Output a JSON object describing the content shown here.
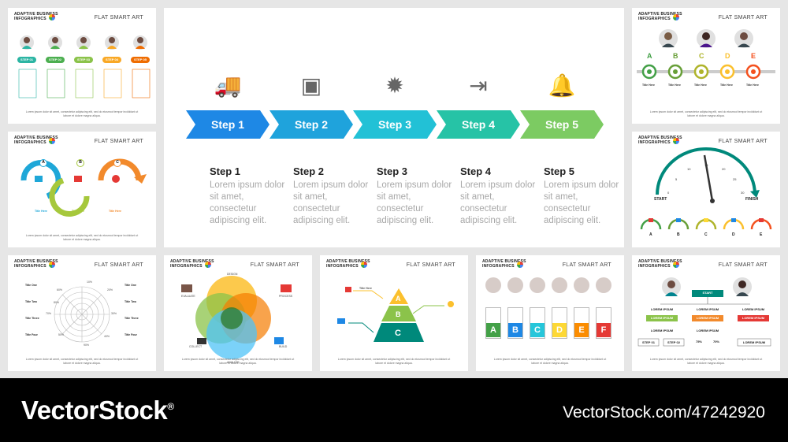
{
  "header": {
    "line1": "ADAPTIVE BUSINESS",
    "line2": "INFOGRAPHICS",
    "flat_smart_art": "FLAT SMART ART"
  },
  "footer_text": "Lorem ipsum dolor sit amet, consectetur adipiscing elit, sed do eiusmod tempor incididunt ut labore et dolore magna aliqua.",
  "main_slide": {
    "steps": [
      {
        "label": "Step 1",
        "icon": "truck-icon",
        "color": "#1e88e5",
        "text": "Lorem ipsum dolor sit amet, consectetur adipiscing elit."
      },
      {
        "label": "Step 2",
        "icon": "safe-icon",
        "color": "#1fa3dc",
        "text": "Lorem ipsum dolor sit amet, consectetur adipiscing elit."
      },
      {
        "label": "Step 3",
        "icon": "badge-icon",
        "color": "#22c1d6",
        "text": "Lorem ipsum dolor sit amet, consectetur adipiscing elit."
      },
      {
        "label": "Step 4",
        "icon": "exit-door-icon",
        "color": "#26c3a6",
        "text": "Lorem ipsum dolor sit amet, consectetur adipiscing elit."
      },
      {
        "label": "Step 5",
        "icon": "bell-icon",
        "color": "#7ccb62",
        "text": "Lorem ipsum dolor sit amet, consectetur adipiscing elit."
      }
    ]
  },
  "thumb_steps": {
    "labels": [
      "STEP 01",
      "STEP 02",
      "STEP 03",
      "STEP 04",
      "STEP 05"
    ],
    "colors": [
      "#2bb5a3",
      "#4caf50",
      "#8bc34a",
      "#f9a825",
      "#ef6c00"
    ]
  },
  "thumb_abc": {
    "letters": [
      "A",
      "B",
      "C",
      "D",
      "E"
    ],
    "colors": [
      "#43a047",
      "#689f38",
      "#afb42b",
      "#fbc02d",
      "#f4511e"
    ],
    "title": "Title Here"
  },
  "thumb_loops": {
    "letters": [
      "A",
      "B",
      "C"
    ],
    "titles": [
      "Title Here",
      "Title Here",
      "Title Here"
    ],
    "colors": [
      "#1ea7d8",
      "#a6c83c",
      "#f28a2c"
    ]
  },
  "thumb_gauge": {
    "start": "START",
    "finish": "FINISH",
    "ticks": [
      "0",
      "5",
      "10",
      "15",
      "20",
      "25",
      "30"
    ],
    "letters": [
      "A",
      "B",
      "C",
      "D",
      "E"
    ]
  },
  "thumb_radar": {
    "percents": [
      "10%",
      "20%",
      "30%",
      "40%",
      "50%",
      "60%",
      "70%",
      "80%",
      "90%"
    ],
    "left_titles": [
      "Title One",
      "Title Two",
      "Title Three",
      "Title Four"
    ],
    "right_titles": [
      "Title One",
      "Title Two",
      "Title Three",
      "Title Four"
    ]
  },
  "thumb_venn": {
    "labels": [
      "DESIGN",
      "PROCESS",
      "BUILD",
      "ANALYZE",
      "COLLECT",
      "EVALUATE"
    ]
  },
  "thumb_pyramid": {
    "letters": [
      "A",
      "B",
      "C"
    ],
    "title": "Title Here"
  },
  "thumb_cards": {
    "letters": [
      "A",
      "B",
      "C",
      "D",
      "E",
      "F"
    ],
    "colors": [
      "#43a047",
      "#1e88e5",
      "#26c6da",
      "#fdd835",
      "#fb8c00",
      "#e53935"
    ]
  },
  "thumb_org": {
    "start": "START",
    "level": [
      "LOREM IPSUM",
      "LOREM IPSUM",
      "LOREM IPSUM"
    ],
    "steps": [
      "STEP 01",
      "STEP 02"
    ],
    "percents": [
      "75%",
      "70%"
    ],
    "box": "LOREM IPSUM"
  },
  "banner": {
    "brand": "VectorStock",
    "registered": "®",
    "url": "VectorStock.com/47242920"
  }
}
